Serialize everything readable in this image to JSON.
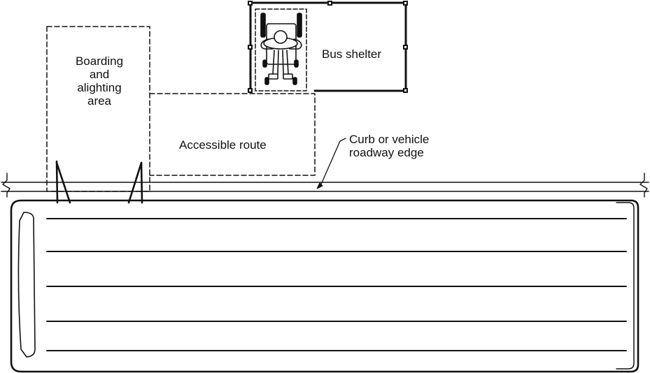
{
  "labels": {
    "boarding": [
      "Boarding",
      "and",
      "alighting",
      "area"
    ],
    "accessible_route": "Accessible route",
    "bus_shelter": "Bus shelter",
    "curb": [
      "Curb or vehicle",
      "roadway edge"
    ]
  },
  "colors": {
    "ink": "#111111",
    "background": "#ffffff"
  },
  "icons": {
    "wheelchair_user": "wheelchair-user-icon",
    "bus": "bus-icon"
  }
}
